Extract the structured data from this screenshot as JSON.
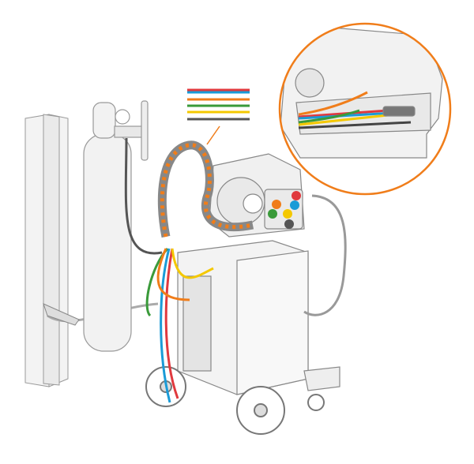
{
  "illustration": {
    "subject": "welding-machine-cable-routing",
    "colors": {
      "accent": "#f07d1a",
      "outline": "#8a8a8a",
      "body_fill": "#f3f3f3",
      "wire_red": "#e0393e",
      "wire_blue": "#1a9bd7",
      "wire_orange": "#f07d1a",
      "wire_green": "#3a9a3a",
      "wire_yellow": "#f4c800",
      "wire_black": "#555555"
    },
    "wire_legend": [
      "wire_red",
      "wire_blue",
      "wire_orange",
      "wire_green",
      "wire_yellow",
      "wire_black"
    ]
  }
}
